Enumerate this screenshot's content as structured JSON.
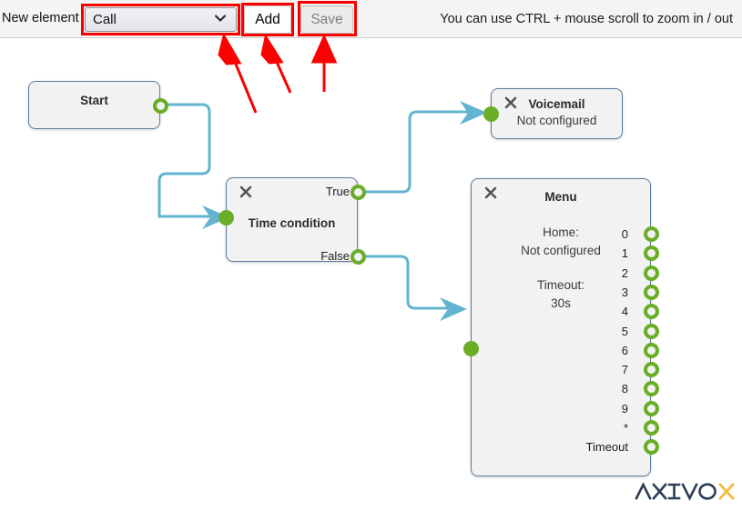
{
  "toolbar": {
    "label": "New element",
    "select": {
      "name": "element-type-select",
      "value": "Call",
      "options": [
        "Call"
      ],
      "chevron_icon": "chevron-down-icon",
      "highlighted": true
    },
    "add_label": "Add",
    "save_label": "Save",
    "save_disabled": true,
    "hint": "You can use CTRL + mouse scroll to zoom in / out"
  },
  "canvas": {
    "nodes": [
      {
        "id": "start",
        "title": "Start",
        "subtitle": "",
        "closable": false,
        "inputs": [],
        "outputs": [
          {
            "label": "",
            "style": "ring"
          }
        ]
      },
      {
        "id": "timecondition",
        "title": "Time condition",
        "subtitle": "",
        "closable": true,
        "close_icon": "close-icon",
        "inputs": [
          {
            "label": "",
            "style": "dot"
          }
        ],
        "outputs": [
          {
            "label": "True",
            "style": "ring"
          },
          {
            "label": "False",
            "style": "ring"
          }
        ]
      },
      {
        "id": "voicemail",
        "title": "Voicemail",
        "subtitle": "Not configured",
        "closable": true,
        "close_icon": "close-icon",
        "inputs": [
          {
            "label": "",
            "style": "dot"
          }
        ],
        "outputs": []
      },
      {
        "id": "menu",
        "title": "Menu",
        "closable": true,
        "close_icon": "close-icon",
        "body": {
          "home_label": "Home:",
          "home_value": "Not configured",
          "timeout_label": "Timeout:",
          "timeout_value": "30s"
        },
        "inputs": [
          {
            "label": "",
            "style": "dot"
          }
        ],
        "outputs": [
          {
            "label": "0",
            "style": "ring"
          },
          {
            "label": "1",
            "style": "ring"
          },
          {
            "label": "2",
            "style": "ring"
          },
          {
            "label": "3",
            "style": "ring"
          },
          {
            "label": "4",
            "style": "ring"
          },
          {
            "label": "5",
            "style": "ring"
          },
          {
            "label": "6",
            "style": "ring"
          },
          {
            "label": "7",
            "style": "ring"
          },
          {
            "label": "8",
            "style": "ring"
          },
          {
            "label": "9",
            "style": "ring"
          },
          {
            "label": "*",
            "style": "ring"
          },
          {
            "label": "Timeout",
            "style": "ring"
          }
        ]
      }
    ],
    "connections": [
      {
        "from": "start",
        "to": "timecondition"
      },
      {
        "from": "timecondition.True",
        "to": "voicemail"
      },
      {
        "from": "timecondition.False",
        "to": "menu"
      }
    ]
  },
  "annotations": {
    "arrow_count": 3,
    "color": "#fa0000",
    "targets": [
      "element-type-select",
      "add-button",
      "save-button"
    ]
  },
  "logo": {
    "text": "AXIVOX",
    "main_color": "#2e3d54",
    "accent_color": "#f5b731",
    "accent_letter": "X"
  },
  "colors": {
    "wire": "#62b4d0",
    "port": "#6aad26",
    "node_border": "#5b7d9e",
    "node_fill": "#f2f2f2",
    "toolbar_bg": "#f4f4f4",
    "annotation_red": "#fa0000"
  }
}
